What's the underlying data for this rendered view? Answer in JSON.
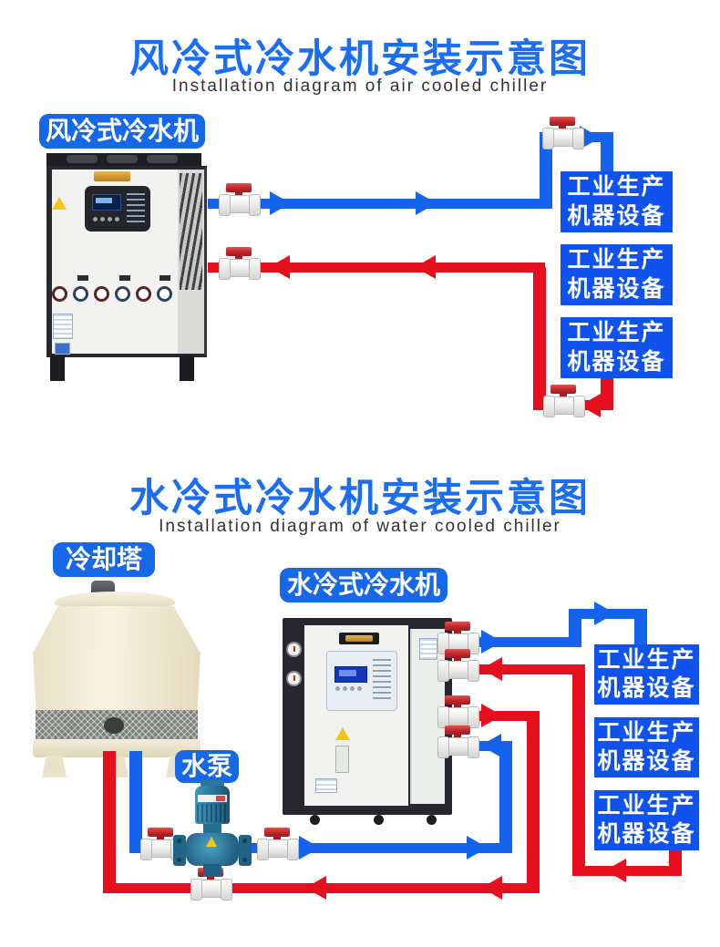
{
  "colors": {
    "title_blue": "#1a6ef5",
    "label_pill_blue": "#1668e8",
    "equipment_box_blue": "#0f52ee",
    "supply_pipe_blue": "#1563ed",
    "return_pipe_red": "#e60f1e",
    "valve_handle_red": "#c0262b",
    "tower_cream": "#f2ecd9",
    "pump_teal": "#2a7ba3"
  },
  "air_section": {
    "title": "风冷式冷水机安装示意图",
    "subtitle": "Installation diagram of air cooled chiller",
    "chiller_label": "风冷式冷水机",
    "equipment_boxes": [
      {
        "line1": "工业生产",
        "line2": "机器设备"
      },
      {
        "line1": "工业生产",
        "line2": "机器设备"
      },
      {
        "line1": "工业生产",
        "line2": "机器设备"
      }
    ]
  },
  "water_section": {
    "title": "水冷式冷水机安装示意图",
    "subtitle": "Installation diagram of water cooled chiller",
    "cooling_tower_label": "冷却塔",
    "pump_label": "水泵",
    "chiller_label": "水冷式冷水机",
    "equipment_boxes": [
      {
        "line1": "工业生产",
        "line2": "机器设备"
      },
      {
        "line1": "工业生产",
        "line2": "机器设备"
      },
      {
        "line1": "工业生产",
        "line2": "机器设备"
      }
    ]
  }
}
